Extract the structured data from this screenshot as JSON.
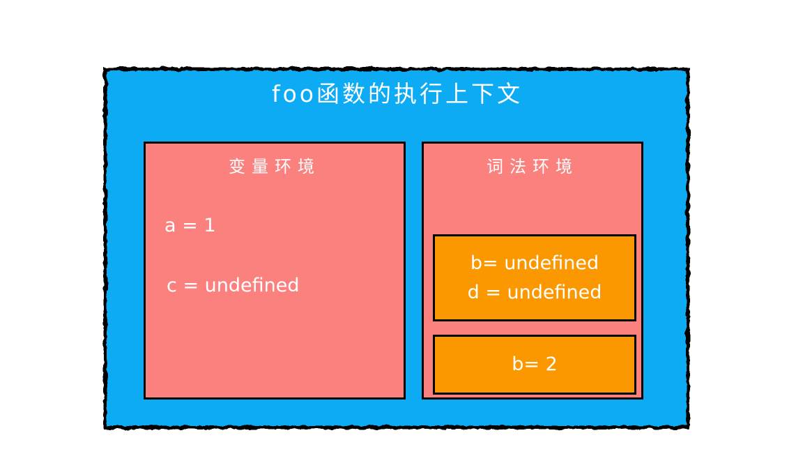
{
  "diagram": {
    "title": "foo函数的执行上下文",
    "variable_environment": {
      "label": "变量环境",
      "entries": [
        "a = 1",
        "c = undefined"
      ]
    },
    "lexical_environment": {
      "label": "词法环境",
      "blocks": [
        {
          "lines": [
            "b= undefined",
            "d = undefined"
          ]
        },
        {
          "lines": [
            "b= 2"
          ]
        }
      ]
    }
  },
  "colors": {
    "outer_box_blue": "#0aabf4",
    "environment_salmon": "#fb817e",
    "scope_block_orange": "#fb9800",
    "border_ink": "#000000",
    "text_white": "#ffffff"
  }
}
